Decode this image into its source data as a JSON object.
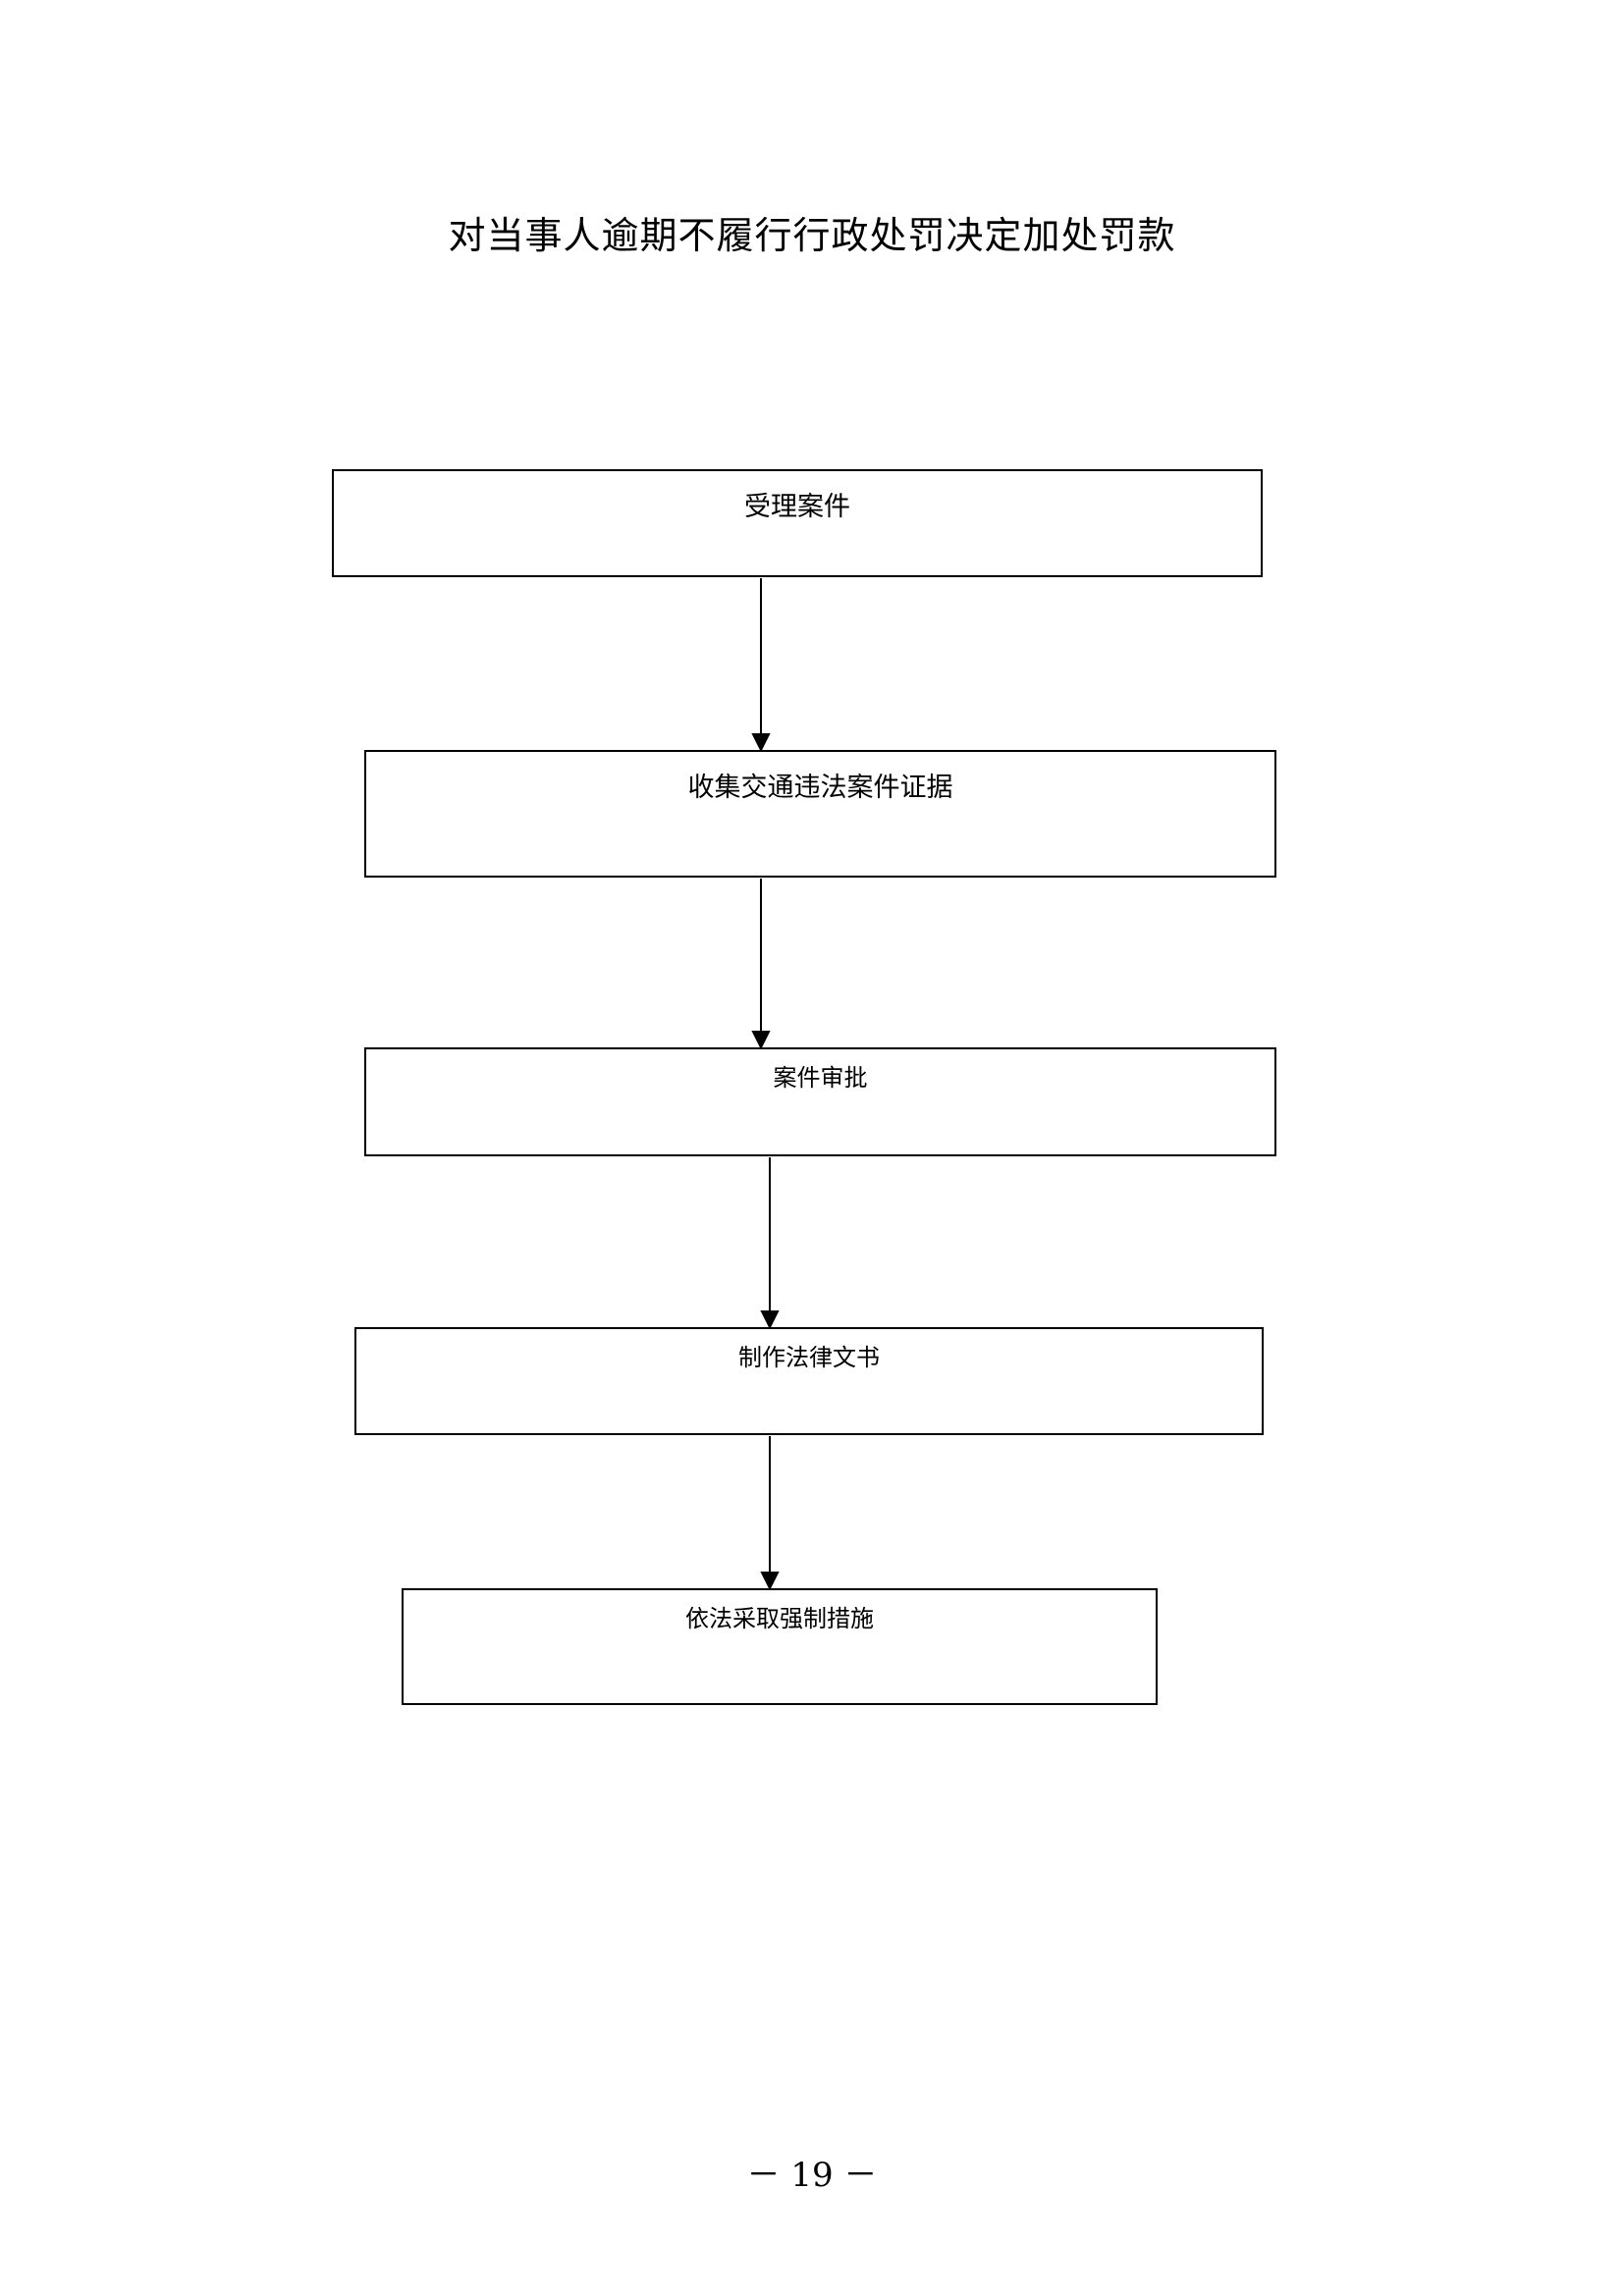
{
  "title": "对当事人逾期不履行行政处罚决定加处罚款",
  "steps": [
    {
      "label": "受理案件"
    },
    {
      "label": "收集交通违法案件证据"
    },
    {
      "label": "案件审批"
    },
    {
      "label": "制作法律文书"
    },
    {
      "label": "依法采取强制措施"
    }
  ],
  "page_number": "－ 19 －",
  "colors": {
    "line": "#000000",
    "background": "#ffffff"
  }
}
